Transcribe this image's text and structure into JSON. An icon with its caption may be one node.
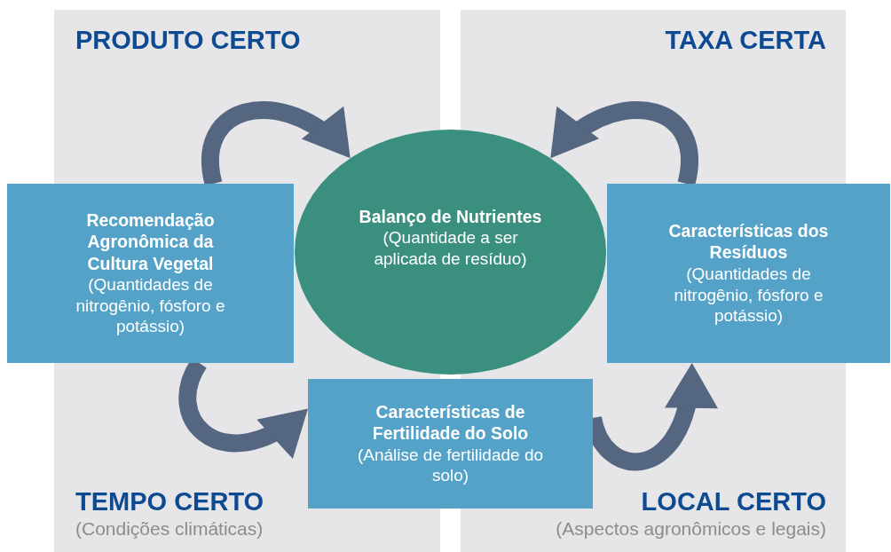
{
  "diagram": {
    "nodes": [
      {
        "text": [
          "Recomendação Agronômica da Cultura Vegetal",
          "(Quantidades de nitrogênio, fósforo e potássio)"
        ]
      },
      {
        "text": [
          "Balanço de Nutrientes",
          "(Quantidade a ser aplicada de resíduo)"
        ]
      },
      {
        "text": [
          "Características dos Resíduos",
          "(Quantidades de nitrogênio, fósforo e potássio)"
        ]
      },
      {
        "text": [
          "Características de Fertilidade do Solo",
          "(Análise de fertilidade do solo)"
        ]
      }
    ],
    "edges": [
      {
        "from": 0,
        "to": 1,
        "arrow": "to"
      },
      {
        "from": 2,
        "to": 1,
        "arrow": "to"
      },
      {
        "from": 0,
        "to": 3,
        "arrow": "to"
      },
      {
        "from": 3,
        "to": 2,
        "arrow": "to"
      }
    ],
    "labels": [
      "PRODUTO CERTO",
      "TAXA CERTA",
      "TEMPO CERTO",
      "(Condições climáticas)",
      "LOCAL CERTO",
      "(Aspectos agronômicos e legais)"
    ]
  }
}
